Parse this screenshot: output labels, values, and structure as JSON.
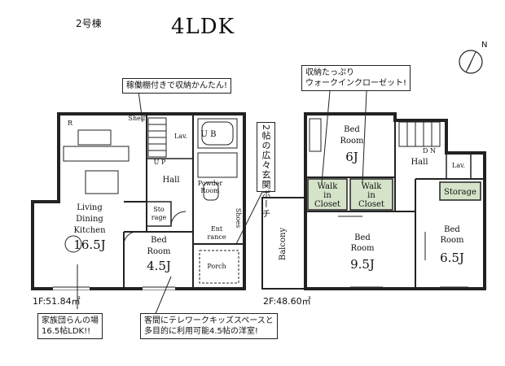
{
  "header": {
    "building": "2号棟",
    "layout_type": "4LDK"
  },
  "floor1": {
    "area_label": "1F:51.84㎡",
    "rooms": {
      "living_1": "Living",
      "living_2": "Dining",
      "living_3": "Kitchen",
      "living_size": "16.5J",
      "bedroom_1": "Bed",
      "bedroom_2": "Room",
      "bedroom_size": "4.5J",
      "hall": "Hall",
      "storage_1": "Sto",
      "storage_2": "rage",
      "entrance_1": "Ent",
      "entrance_2": "rance",
      "porch": "Porch",
      "shoes": "Shoes",
      "lav": "Lav.",
      "ub": "U B",
      "powder_1": "Powder",
      "powder_2": "Room",
      "shelf": "Shelf",
      "r": "R",
      "up": "U P"
    }
  },
  "floor2": {
    "area_label": "2F:48.60㎡",
    "rooms": {
      "bed_a_1": "Bed",
      "bed_a_2": "Room",
      "bed_a_size": "6J",
      "bed_b_1": "Bed",
      "bed_b_2": "Room",
      "bed_b_size": "9.5J",
      "bed_c_1": "Bed",
      "bed_c_2": "Room",
      "bed_c_size": "6.5J",
      "wic_a_1": "Walk",
      "wic_a_2": "in",
      "wic_a_3": "Closet",
      "wic_b_1": "Walk",
      "wic_b_2": "in",
      "wic_b_3": "Closet",
      "storage": "Storage",
      "hall": "Hall",
      "balcony": "Balcony",
      "dn": "D N",
      "lav": "Lav."
    }
  },
  "callouts": {
    "shelf_note": "稼働棚付きで収納かんたん!",
    "wic_note_1": "収納たっぷり",
    "wic_note_2": "ウォークインクローゼット!",
    "entrance_note": "2帖の広々玄関ポーチ",
    "ldk_note_1": "家族団らんの場",
    "ldk_note_2": "16.5帖LDK!!",
    "room_note_1": "客間にテレワークキッズスペースと",
    "room_note_2": "多目的に利用可能4.5帖の洋室!"
  },
  "compass": {
    "label": "N"
  },
  "colors": {
    "closet_fill": "#d5e3c8",
    "wall": "#222222"
  }
}
